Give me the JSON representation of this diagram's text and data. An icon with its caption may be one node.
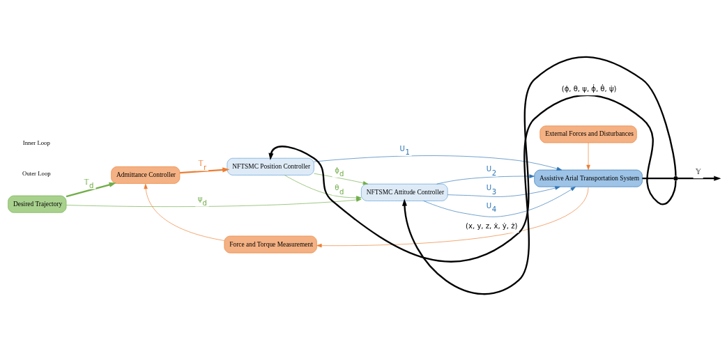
{
  "diagram": {
    "nodes": [
      {
        "text": [
          "Desired Trajectory"
        ]
      },
      {
        "text": [
          "Admittance Controller"
        ]
      },
      {
        "text": [
          "NFTSMC Position Controller"
        ]
      },
      {
        "text": [
          "NFTSMC Attitude Controller"
        ]
      },
      {
        "text": [
          "External Forces and Disturbances"
        ]
      },
      {
        "text": [
          "Assistive Arial Transportation System"
        ]
      },
      {
        "text": [
          "Force and Torque Measurement"
        ]
      },
      {
        "text": [],
        "shape": "circle"
      }
    ],
    "edges": [
      {
        "from": 0,
        "to": 1,
        "arrow": "to",
        "label": "𝕋$_{d}$",
        "color": "#70ad47",
        "style": "thick"
      },
      {
        "from": 1,
        "to": 2,
        "arrow": "to",
        "label": "𝕋$_{r}$",
        "color": "#ed7d31",
        "style": "thick"
      },
      {
        "from": 2,
        "to": 5,
        "arrow": "to",
        "label": "U$_{1}$",
        "color": "#2e75b6"
      },
      {
        "from": 2,
        "to": 3,
        "arrow": "to",
        "label": "ϕ$_{d}$",
        "color": "#70ad47"
      },
      {
        "from": 2,
        "to": 3,
        "arrow": "to",
        "label": "θ$_{d}$",
        "color": "#70ad47"
      },
      {
        "from": 0,
        "to": 3,
        "arrow": "to",
        "label": "ψ$_{d}$",
        "color": "#70ad47"
      },
      {
        "from": 3,
        "to": 5,
        "arrow": "to",
        "label": "U$_{2}$",
        "color": "#2e75b6"
      },
      {
        "from": 3,
        "to": 5,
        "arrow": "to",
        "label": "U$_{3}$",
        "color": "#2e75b6"
      },
      {
        "from": 3,
        "to": 5,
        "arrow": "to",
        "label": "U$_{4}$",
        "color": "#2e75b6"
      },
      {
        "from": 4,
        "to": 5,
        "arrow": "to",
        "color": "#ed7d31"
      },
      {
        "from": 5,
        "to": 7,
        "arrow": "none",
        "color": "#000000",
        "style": "thick"
      },
      {
        "from": 7,
        "to": null,
        "arrow": "to",
        "label": "𝕐",
        "color": "#000000",
        "style": "thick"
      },
      {
        "from": 7,
        "to": 2,
        "arrow": "to",
        "label": "(x, y, z, ẋ, ẏ, ż)",
        "color": "#000000",
        "style": "thick"
      },
      {
        "from": 7,
        "to": 3,
        "arrow": "to",
        "label": "(ϕ, θ, ψ, ϕ̇, θ̇, ψ̇)",
        "color": "#000000",
        "style": "thick"
      },
      {
        "from": 5,
        "to": 6,
        "arrow": "to",
        "color": "#ed7d31"
      },
      {
        "from": 6,
        "to": 1,
        "arrow": "to",
        "color": "#ed7d31"
      }
    ],
    "labels": [
      "Outer Loop",
      "Inner Loop"
    ]
  }
}
